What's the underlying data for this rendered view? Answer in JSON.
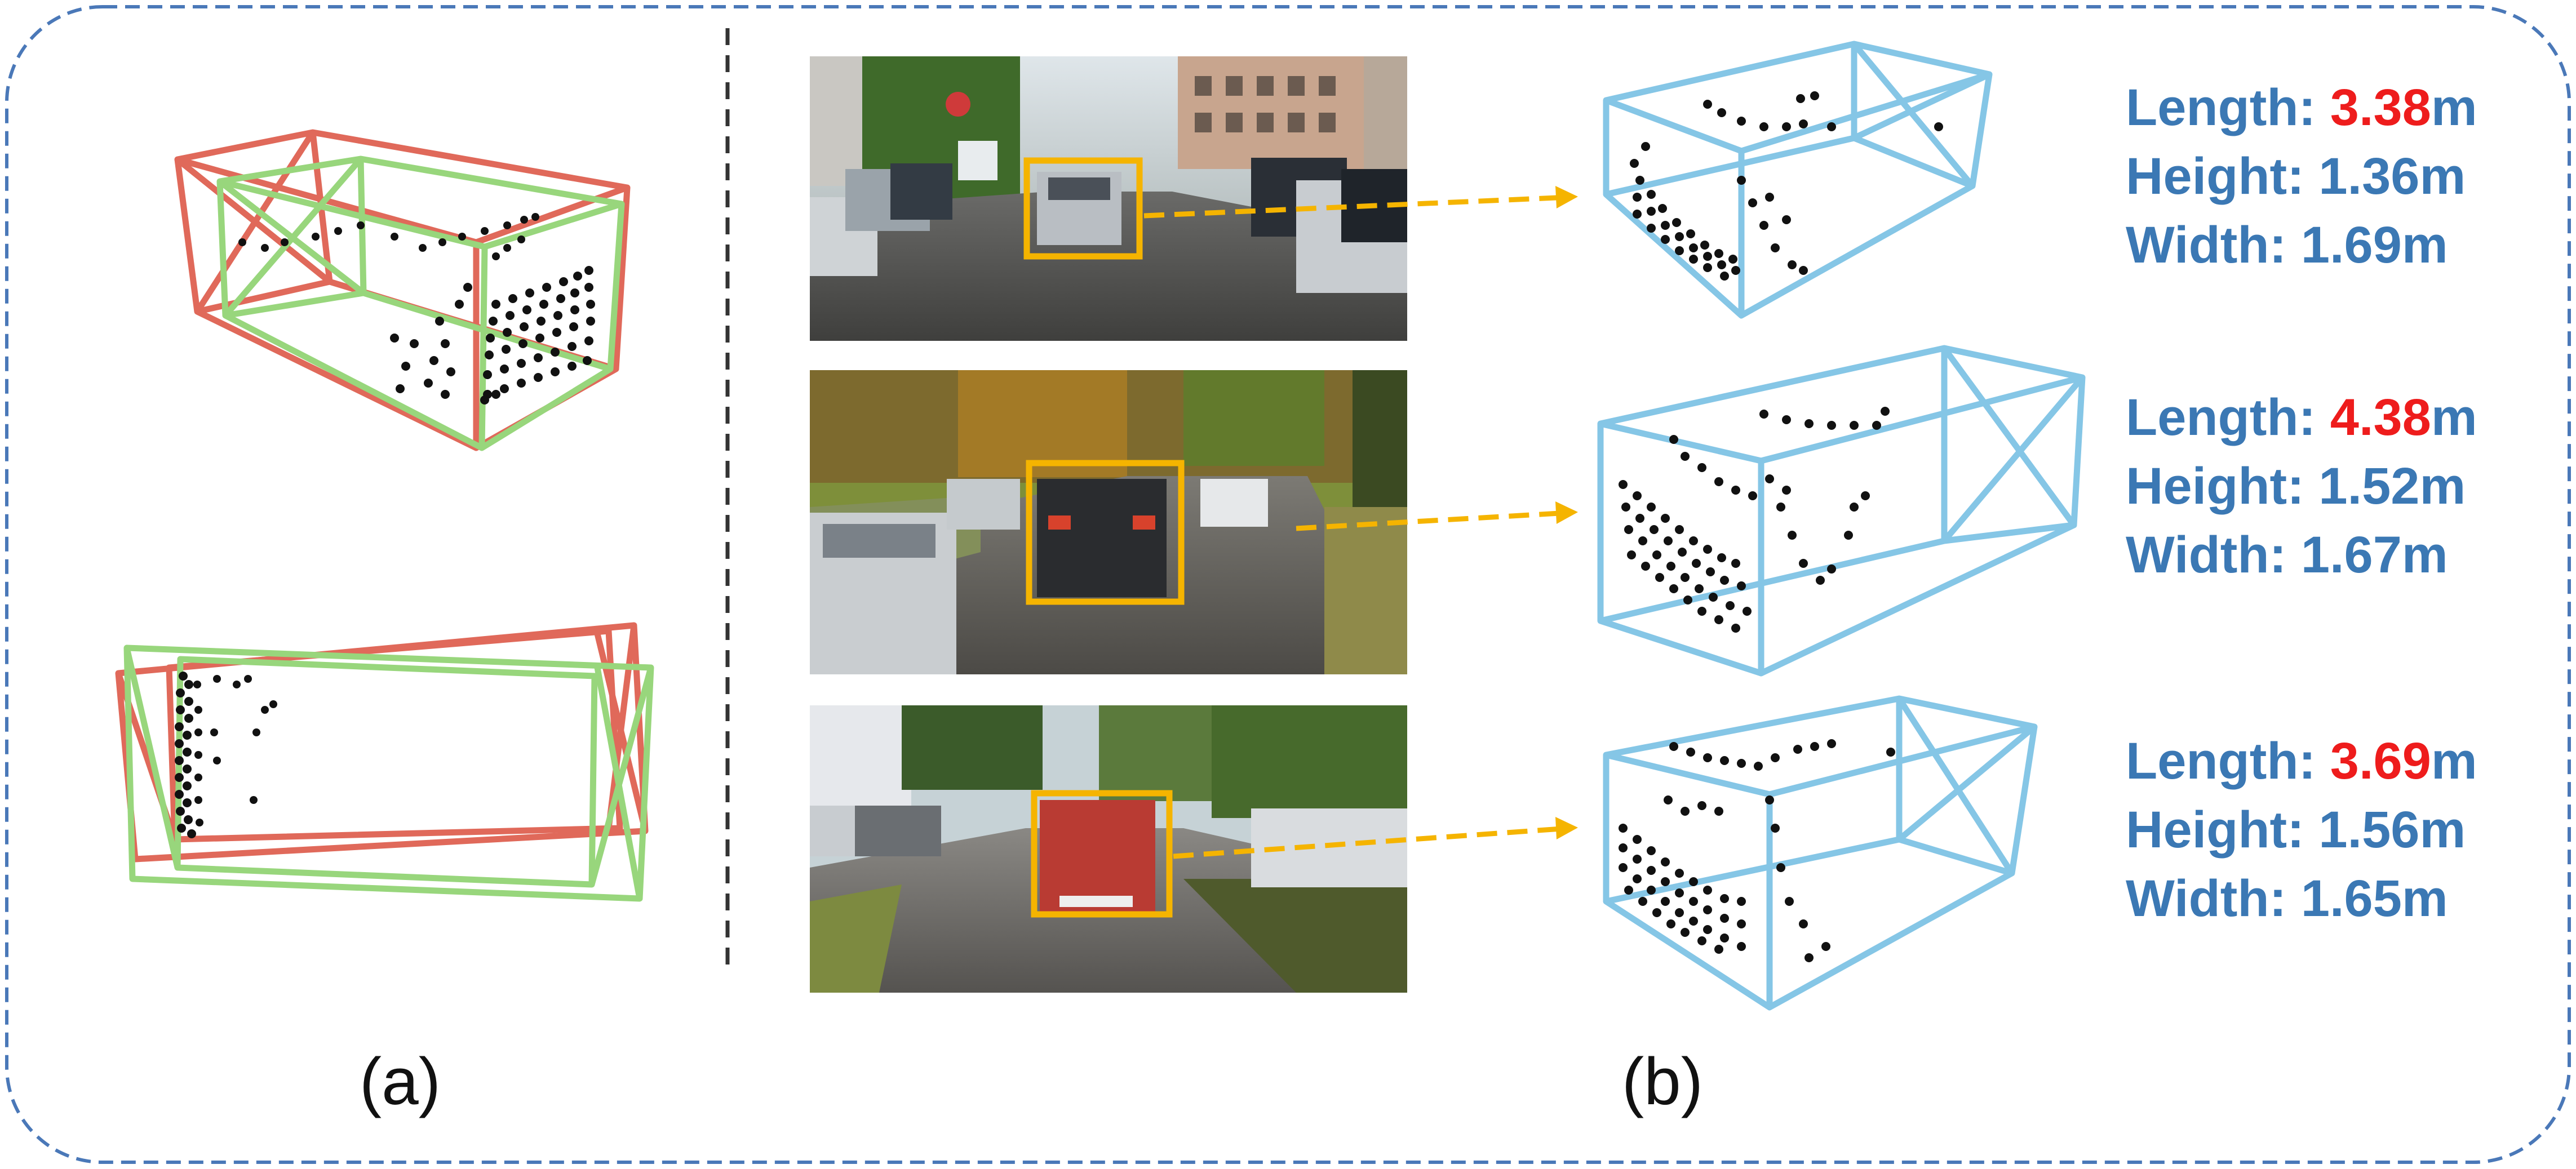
{
  "figure": {
    "panel_a": {
      "label": "(a)",
      "box_colors": {
        "red": "#e0695a",
        "green": "#98d67c"
      },
      "point_color": "#111111"
    },
    "panel_b": {
      "label": "(b)",
      "box_color": "#85c6e6",
      "detection_box_color": "#f5b400",
      "arrow_color": "#f5b400",
      "rows": [
        {
          "scene": "street-scene-1",
          "length_label": "Length: ",
          "length_value": "3.38",
          "length_unit": "m",
          "height": "Height: 1.36m",
          "width": "Width: 1.69m"
        },
        {
          "scene": "street-scene-2",
          "length_label": "Length: ",
          "length_value": "4.38",
          "length_unit": "m",
          "height": "Height: 1.52m",
          "width": "Width: 1.67m"
        },
        {
          "scene": "street-scene-3",
          "length_label": "Length: ",
          "length_value": "3.69",
          "length_unit": "m",
          "height": "Height: 1.56m",
          "width": "Width: 1.65m"
        }
      ],
      "text_color": "#3b78b4",
      "highlight_color": "#ee1c1c"
    },
    "border_color": "#4a78b8",
    "divider_color": "#333333"
  }
}
